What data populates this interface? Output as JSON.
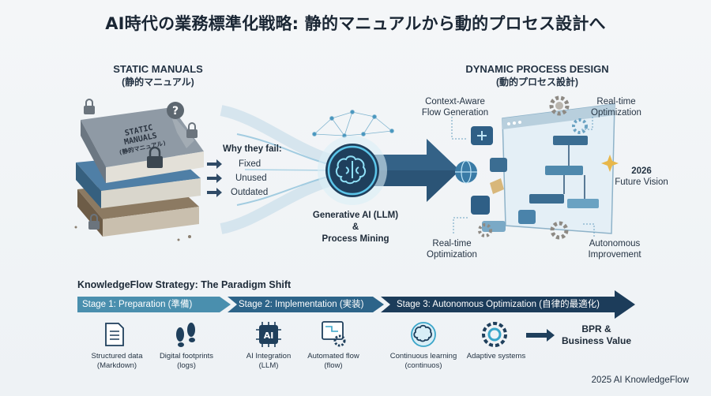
{
  "title": "AI時代の業務標準化戦略: 静的マニュアルから動的プロセス設計へ",
  "static": {
    "heading": "STATIC MANUALS",
    "heading_ja": "(静的マニュアル)",
    "book_text": "STATIC MANUALS",
    "book_text_ja": "(静的マニュアル)"
  },
  "failures": {
    "title": "Why they fail:",
    "items": [
      "Fixed",
      "Unused",
      "Outdated"
    ]
  },
  "ai": {
    "line1": "Generative AI (LLM)",
    "line2": "&",
    "line3": "Process Mining"
  },
  "dynamic": {
    "heading": "DYNAMIC PROCESS DESIGN",
    "heading_ja": "(動的プロセス設計)",
    "context_line1": "Context-Aware",
    "context_line2": "Flow Generation",
    "realtime_top_line1": "Real-time",
    "realtime_top_line2": "Optimization",
    "vision_year": "2026",
    "vision_label": "Future Vision",
    "realtime_bottom_line1": "Real-time",
    "realtime_bottom_line2": "Optimization",
    "autonomous_line1": "Autonomous",
    "autonomous_line2": "Improvement"
  },
  "strategy": {
    "title": "KnowledgeFlow Strategy: The Paradigm Shift",
    "stages": [
      "Stage 1: Preparation (準備)",
      "Stage 2: Implementation (実装)",
      "Stage 3: Autonomous Optimization (自律的最適化)"
    ],
    "icons": [
      {
        "icon": "document-icon",
        "line1": "Structured data",
        "line2": "(Markdown)"
      },
      {
        "icon": "footprints-icon",
        "line1": "Digital footprints",
        "line2": "(logs)"
      },
      {
        "icon": "ai-chip-icon",
        "line1": "AI Integration",
        "line2": "(LLM)"
      },
      {
        "icon": "flow-gear-icon",
        "line1": "Automated flow",
        "line2": "(flow)"
      },
      {
        "icon": "brain-icon",
        "line1": "Continuous learning",
        "line2": "(continuos)"
      },
      {
        "icon": "gear-icon",
        "line1": "Adaptive systems",
        "line2": ""
      }
    ],
    "result_line1": "BPR &",
    "result_line2": "Business Value"
  },
  "footer": "2025 AI KnowledgeFlow",
  "colors": {
    "stage1": "#4a8fae",
    "stage2": "#2d6489",
    "stage3": "#1c3c5a",
    "accent": "#3aa5c9",
    "dark": "#1a2634"
  }
}
